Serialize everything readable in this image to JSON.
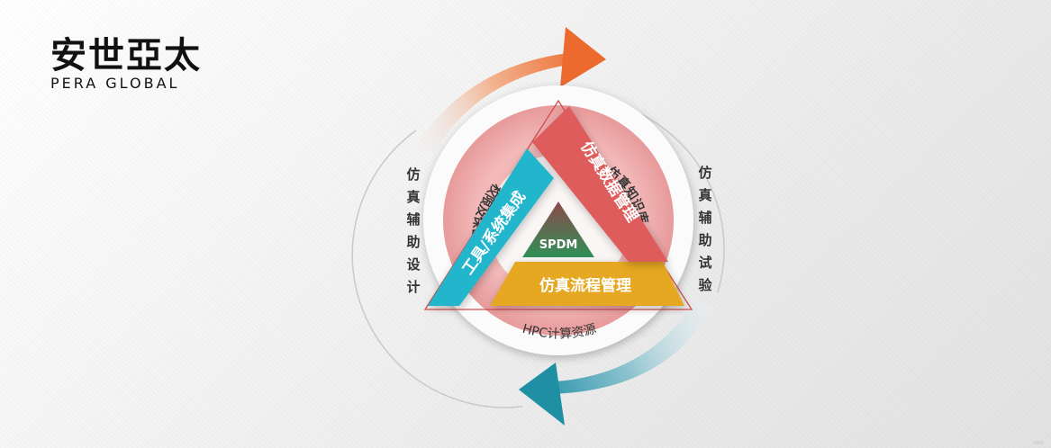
{
  "logo": {
    "chinese": "安世亞太",
    "english": "PERA GLOBAL"
  },
  "diagram": {
    "center": "SPDM",
    "bars": {
      "left": "工具/系统集成",
      "right": "仿真数据管理",
      "bottom": "仿真流程管理"
    },
    "ring": {
      "left": "权限及保密",
      "right": "仿真知识库",
      "bottom": "HPC计算资源"
    },
    "outer": {
      "left": "仿\n真\n辅\n助\n设\n计",
      "right": "仿\n真\n辅\n助\n试\n验"
    }
  },
  "colors": {
    "left_bar": "#23b6cc",
    "right_bar": "#df5b5d",
    "bottom_bar": "#e6a723",
    "center_top": "#8e4a4c",
    "center_bottom": "#2f8f56",
    "ring": "#eba3a3",
    "arrow_orange": "#ec6a2e",
    "arrow_teal": "#1f8fa4"
  }
}
